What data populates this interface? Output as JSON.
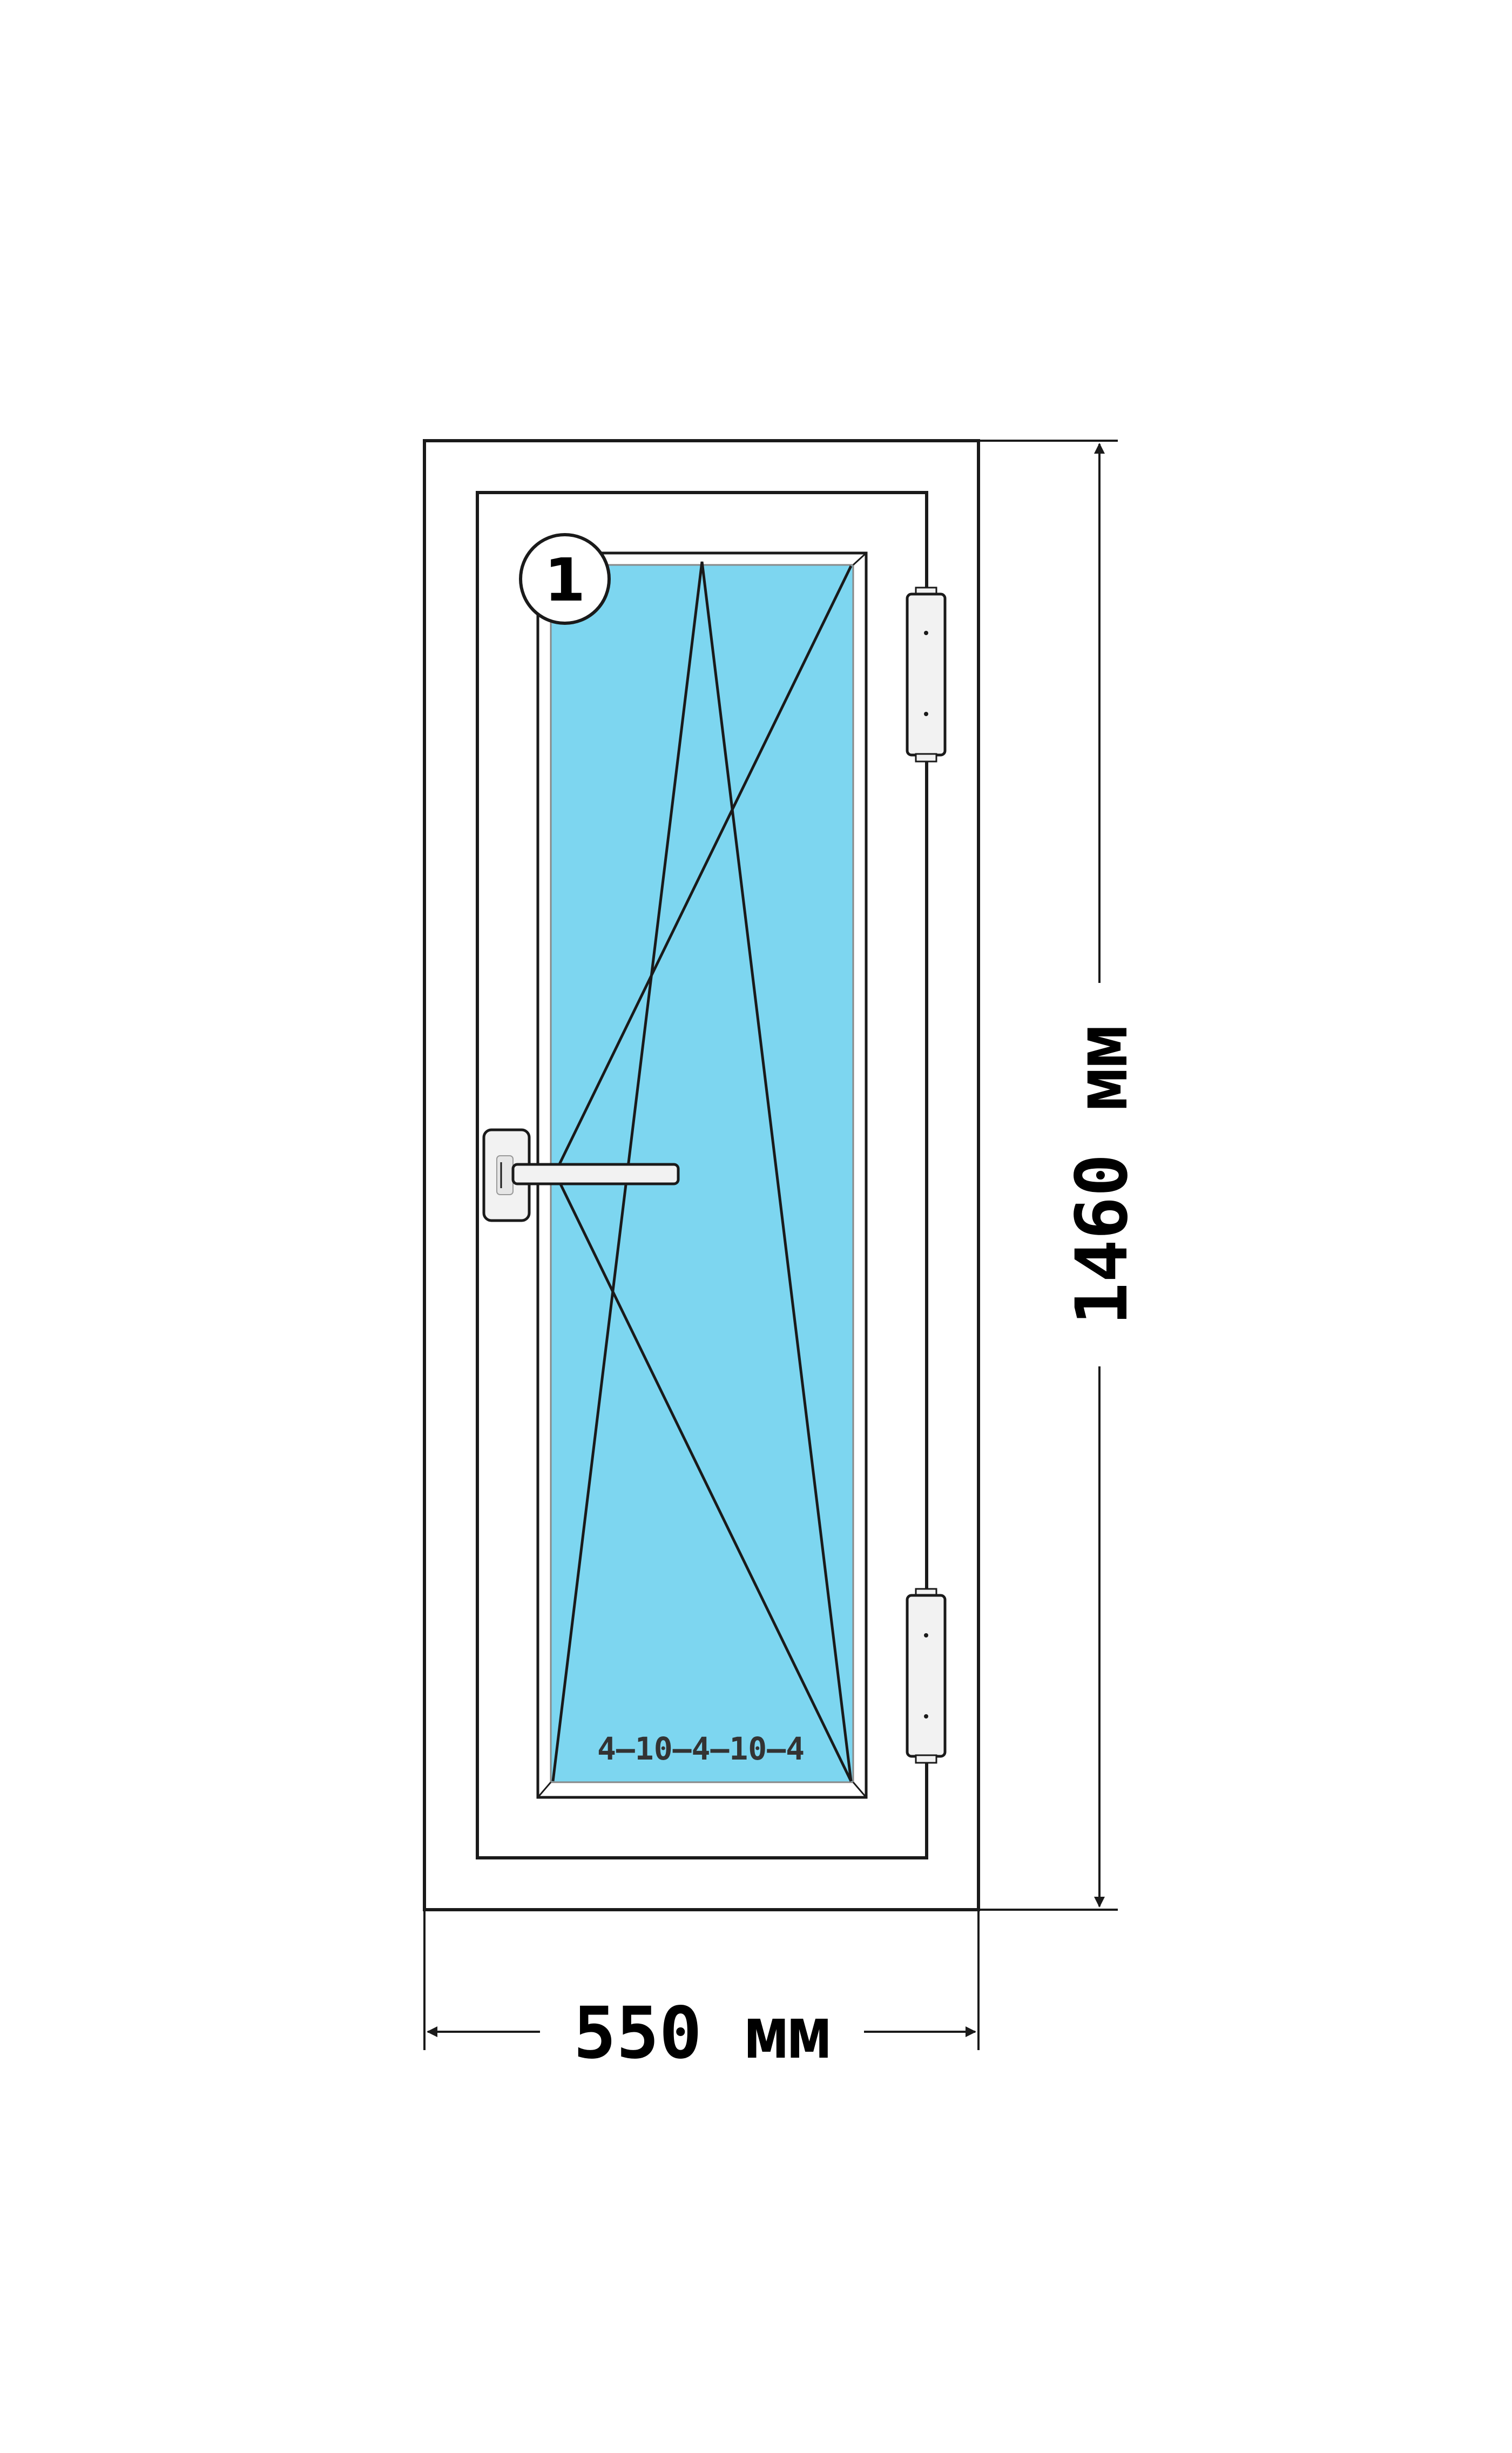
{
  "diagram": {
    "sash_number": "1",
    "glass_spec": "4–10–4–10–4",
    "width_label": "550 мм",
    "height_label": "1460 мм"
  },
  "colors": {
    "glass": "#7dd6f0",
    "frame": "#ffffff",
    "line": "#1a1a1a",
    "hardware": "#f2f2f2"
  },
  "icons": {
    "handle": "window-handle-icon",
    "hinge": "hinge-icon"
  }
}
